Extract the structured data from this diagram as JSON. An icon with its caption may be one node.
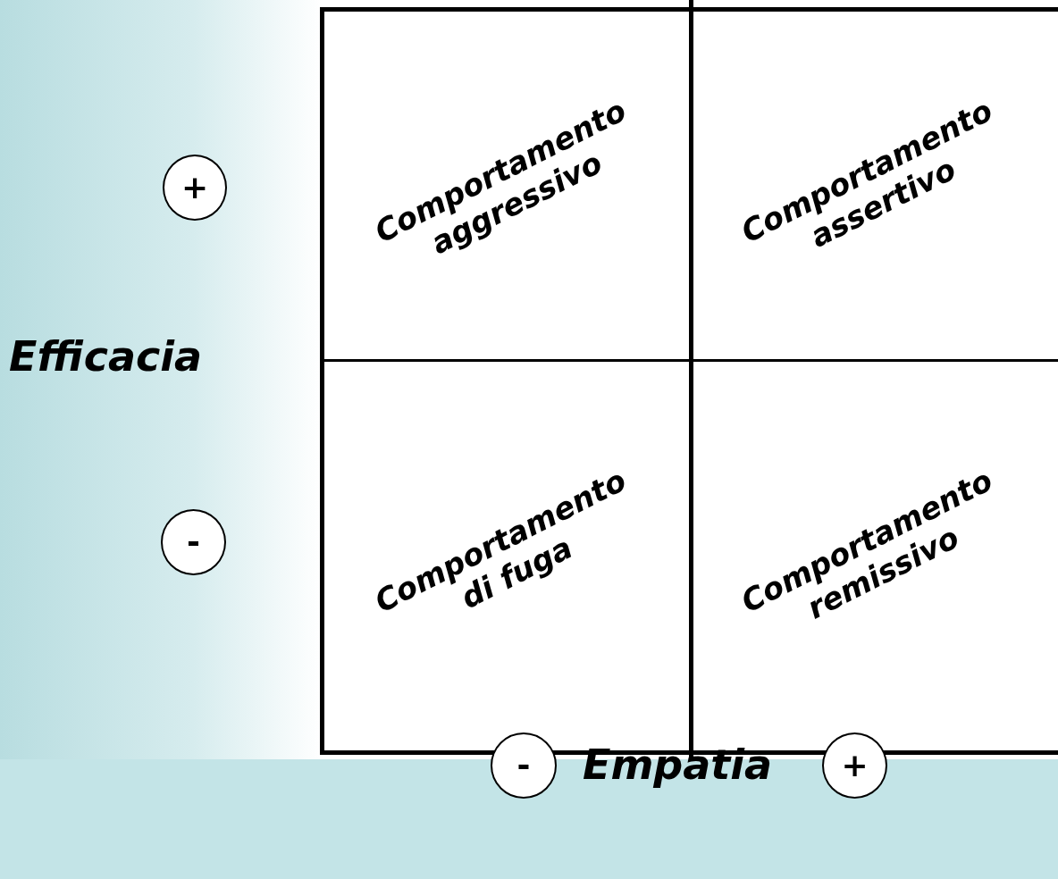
{
  "diagram": {
    "nodes": [
      {
        "text": [
          "Comportamento aggressivo"
        ]
      },
      {
        "text": [
          "Comportamento assertivo"
        ]
      },
      {
        "text": [
          "Comportamento di fuga"
        ]
      },
      {
        "text": [
          "Comportamento remissivo"
        ]
      },
      {
        "text": [
          "+"
        ]
      },
      {
        "text": [
          "-"
        ]
      },
      {
        "text": [
          "-"
        ]
      },
      {
        "text": [
          "+"
        ]
      }
    ],
    "edges": [],
    "labels": [
      "Efficacia",
      "Empatia"
    ]
  }
}
